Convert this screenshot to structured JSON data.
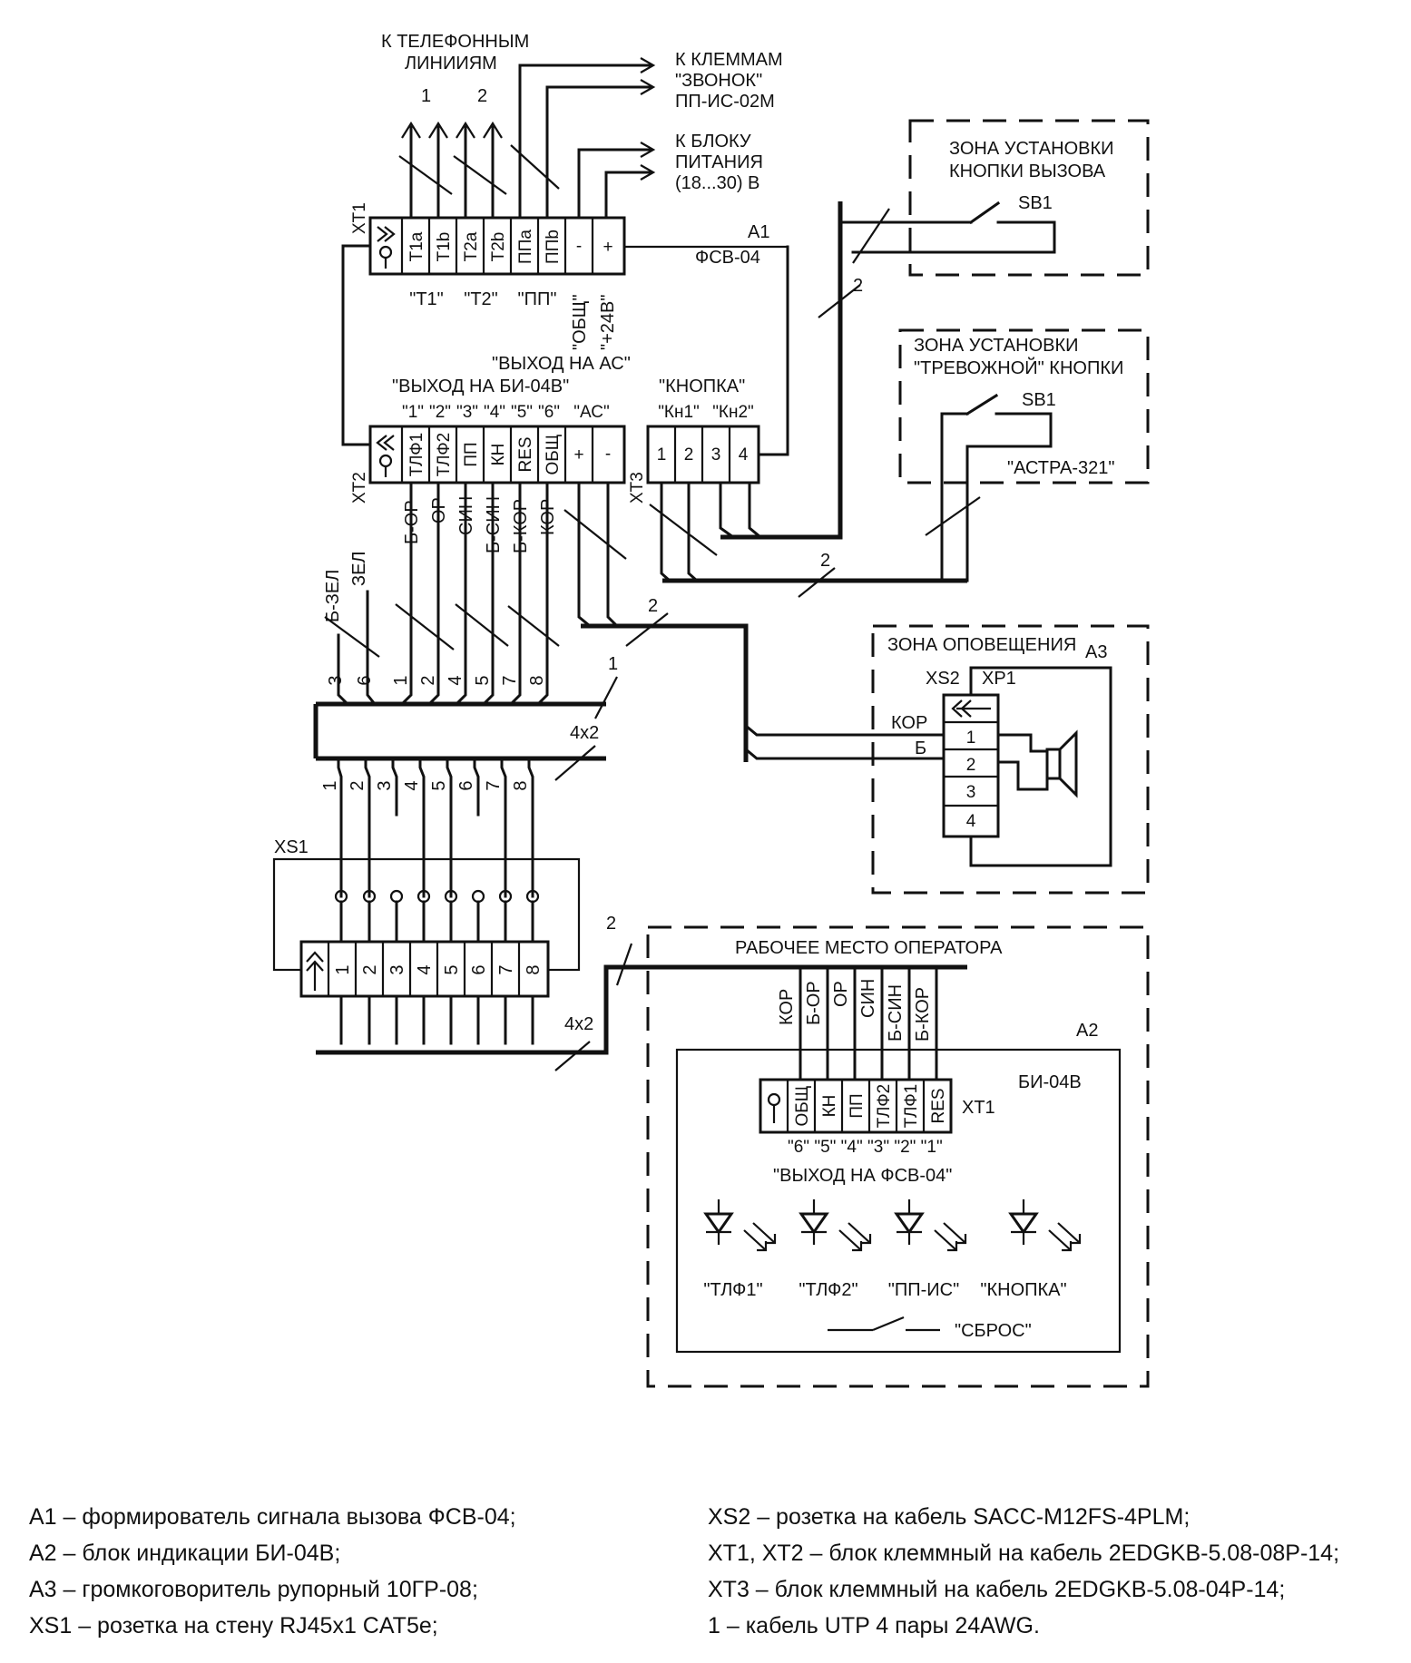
{
  "labels": {
    "to_phone_lines": [
      "К ТЕЛЕФОННЫМ",
      "ЛИНИИЯМ"
    ],
    "line_1": "1",
    "line_2": "2",
    "to_bell": [
      "К КЛЕММАМ",
      "\"ЗВОНОК\"",
      "ПП-ИС-02М"
    ],
    "to_power": [
      "К БЛОКУ",
      "ПИТАНИЯ",
      "(18...30) В"
    ],
    "a1": "A1",
    "a1_model": "ФСВ-04",
    "xt1": "XT1",
    "xt2": "XT2",
    "xt3": "XT3",
    "xt1_pins": [
      "T1a",
      "T1b",
      "T2a",
      "T2b",
      "ППа",
      "ППb",
      "-",
      "+"
    ],
    "xt1_groups": [
      "\"Т1\"",
      "\"Т2\"",
      "\"ПП\""
    ],
    "xt1_obsh": "\"ОБЩ\"",
    "xt1_24v": "\"+24В\"",
    "out_ac": "\"ВЫХОД НА АС\"",
    "out_bi": "\"ВЫХОД НА БИ-04В\"",
    "button_grp": "\"КНОПКА\"",
    "xt2_numbers": [
      "\"1\"",
      "\"2\"",
      "\"3\"",
      "\"4\"",
      "\"5\"",
      "\"6\""
    ],
    "xt2_ac": "\"АС\"",
    "kn1": "\"Кн1\"",
    "kn2": "\"Кн2\"",
    "xt2_pins": [
      "ТЛФ1",
      "ТЛФ2",
      "ПП",
      "КН",
      "RES",
      "ОБЩ",
      "+",
      "-"
    ],
    "xt3_pins": [
      "1",
      "2",
      "3",
      "4"
    ],
    "zone_call": [
      "ЗОНА УСТАНОВКИ",
      "КНОПКИ ВЫЗОВА"
    ],
    "sb1_a": "SB1",
    "zone_alarm": [
      "ЗОНА УСТАНОВКИ",
      "\"ТРЕВОЖНОЙ\" КНОПКИ"
    ],
    "sb1_b": "SB1",
    "astra": "\"АСТРА-321\"",
    "cable_2": "2",
    "wire_colors_top": [
      "Б-ЗЕЛ",
      "ЗЕЛ",
      "Б-ОР",
      "ОР",
      "СИН",
      "Б-СИН",
      "Б-КОР",
      "КОР"
    ],
    "cable_pins_top": [
      "3",
      "6",
      "1",
      "2",
      "4",
      "5",
      "7",
      "8"
    ],
    "cable_1": "1",
    "cable_4x2": "4х2",
    "cable_pins_bottom": [
      "1",
      "2",
      "3",
      "4",
      "5",
      "6",
      "7",
      "8"
    ],
    "zone_speaker": "ЗОНА ОПОВЕЩЕНИЯ",
    "a3": "A3",
    "xs2": "XS2",
    "xp1": "XP1",
    "kor": "КОР",
    "b": "Б",
    "xp1_pins": [
      "1",
      "2",
      "3",
      "4"
    ],
    "xs1": "XS1",
    "xs1_pins": [
      "1",
      "2",
      "3",
      "4",
      "5",
      "6",
      "7",
      "8"
    ],
    "operator": "РАБОЧЕЕ МЕСТО ОПЕРАТОРА",
    "a2": "A2",
    "a2_model": "БИ-04В",
    "xt1_bi": "XT1",
    "op_wire_colors": [
      "КОР",
      "Б-ОР",
      "ОР",
      "СИН",
      "Б-СИН",
      "Б-КОР"
    ],
    "bi_pins": [
      "ОБЩ",
      "КН",
      "ПП",
      "ТЛФ2",
      "ТЛФ1",
      "RES"
    ],
    "bi_numbers": "\"6\" \"5\" \"4\" \"3\" \"2\" \"1\"",
    "out_fsv": "\"ВЫХОД НА ФСВ-04\"",
    "leds": [
      "\"ТЛФ1\"",
      "\"ТЛФ2\"",
      "\"ПП-ИС\"",
      "\"КНОПКА\""
    ],
    "reset": "\"СБРОС\""
  },
  "legend": {
    "left": [
      "А1 – формирователь сигнала вызова ФСВ-04;",
      "А2 – блок индикации БИ-04В;",
      "А3 – громкоговоритель рупорный 10ГР-08;",
      "XS1 – розетка на стену RJ45x1 CAT5e;"
    ],
    "right": [
      "XS2 – розетка на кабель SACC-M12FS-4PLM;",
      "XT1, XT2 – блок клеммный на кабель 2EDGKB-5.08-08P-14;",
      "XT3 – блок клеммный на кабель 2EDGKB-5.08-04P-14;",
      "1 – кабель UTP 4 пары 24AWG."
    ]
  }
}
